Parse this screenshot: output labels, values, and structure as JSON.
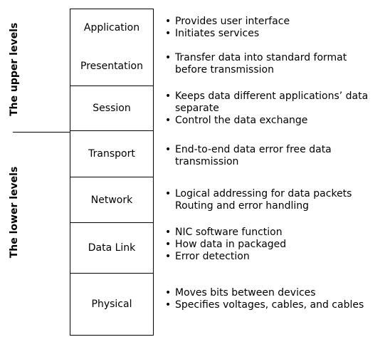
{
  "sides": {
    "upper": "The  upper levels",
    "lower": "The lower levels"
  },
  "layers": [
    {
      "name": "Application",
      "items": [
        [
          "Provides user interface"
        ],
        [
          "Initiates services"
        ]
      ]
    },
    {
      "name": "Presentation",
      "items": [
        [
          "Transfer data into standard format",
          "before transmission"
        ]
      ]
    },
    {
      "name": "Session",
      "items": [
        [
          "Keeps data different applications’ data",
          "separate"
        ],
        [
          "Control the data exchange"
        ]
      ]
    },
    {
      "name": "Transport",
      "items": [
        [
          "End-to-end data error free data",
          "transmission"
        ]
      ]
    },
    {
      "name": "Network",
      "items": [
        [
          "Logical addressing for data packets",
          "Routing  and error handling"
        ]
      ]
    },
    {
      "name": "Data Link",
      "items": [
        [
          "NIC software function"
        ],
        [
          "How data in packaged"
        ],
        [
          "Error detection"
        ]
      ]
    },
    {
      "name": "Physical",
      "items": [
        [
          "Moves bits between devices"
        ],
        [
          "Specifies voltages, cables, and cables"
        ]
      ]
    }
  ]
}
